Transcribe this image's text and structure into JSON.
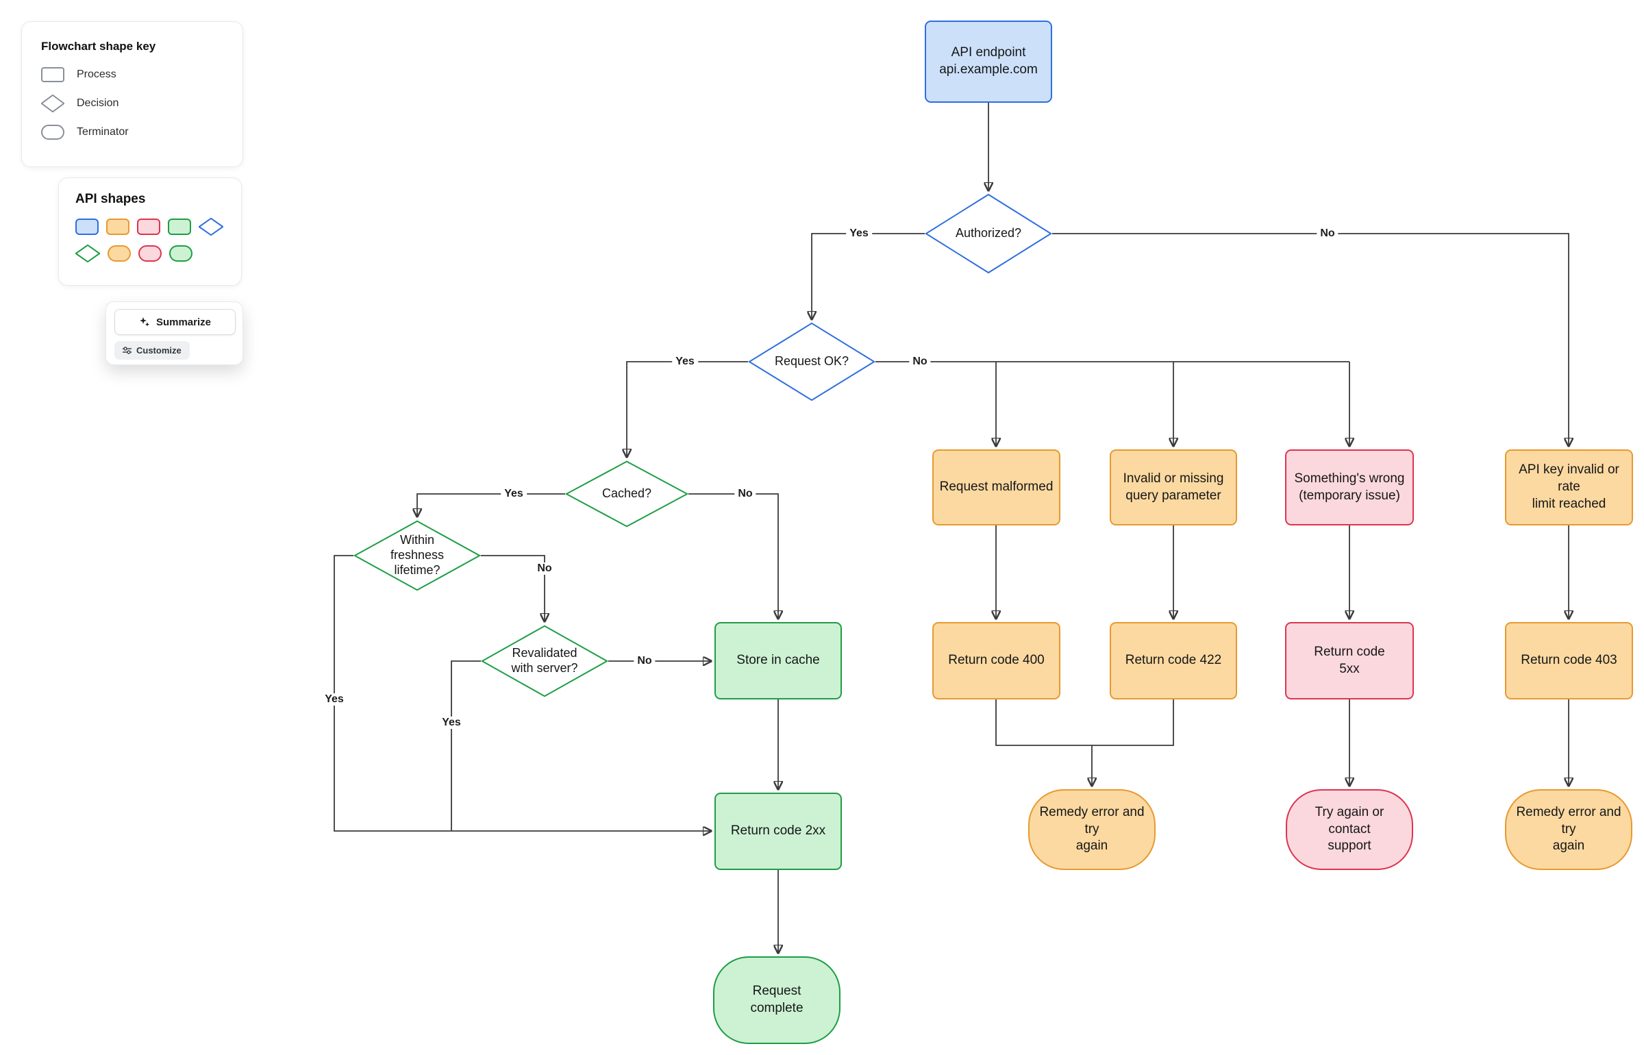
{
  "panels": {
    "shape_key": {
      "title": "Flowchart shape key",
      "items": [
        {
          "label": "Process"
        },
        {
          "label": "Decision"
        },
        {
          "label": "Terminator"
        }
      ]
    },
    "api_shapes": {
      "title": "API shapes"
    },
    "actions": {
      "summarize": "Summarize",
      "customize": "Customize"
    }
  },
  "nodes": {
    "api_endpoint": {
      "label": "API endpoint\napi.example.com"
    },
    "authorized": {
      "label": "Authorized?"
    },
    "request_ok": {
      "label": "Request OK?"
    },
    "cached": {
      "label": "Cached?"
    },
    "within_freshness": {
      "label": "Within\nfreshness\nlifetime?"
    },
    "revalidated": {
      "label": "Revalidated\nwith server?"
    },
    "store_in_cache": {
      "label": "Store in cache"
    },
    "return_2xx": {
      "label": "Return code 2xx"
    },
    "request_complete": {
      "label": "Request\ncomplete"
    },
    "request_malformed": {
      "label": "Request malformed"
    },
    "invalid_query": {
      "label": "Invalid or missing\nquery parameter"
    },
    "somethings_wrong": {
      "label": "Something's wrong\n(temporary issue)"
    },
    "api_key_invalid": {
      "label": "API key invalid or rate\nlimit reached"
    },
    "return_400": {
      "label": "Return code 400"
    },
    "return_422": {
      "label": "Return code 422"
    },
    "return_5xx": {
      "label": "Return code\n5xx"
    },
    "return_403": {
      "label": "Return code 403"
    },
    "remedy_left": {
      "label": "Remedy error and try\nagain"
    },
    "try_again_support": {
      "label": "Try again or contact\nsupport"
    },
    "remedy_right": {
      "label": "Remedy error and try\nagain"
    }
  },
  "edge_labels": {
    "authorized_yes": "Yes",
    "authorized_no": "No",
    "request_ok_yes": "Yes",
    "request_ok_no": "No",
    "cached_yes": "Yes",
    "cached_no": "No",
    "freshness_no": "No",
    "freshness_yes": "Yes",
    "revalidated_no": "No",
    "revalidated_yes": "Yes"
  },
  "colors": {
    "blue_fill": "#cce0fa",
    "blue_border": "#2e6ee0",
    "green_fill": "#ccf2d3",
    "green_border": "#1f9d44",
    "orange_fill": "#fbd9a1",
    "orange_border": "#e8992f",
    "red_fill": "#fbd8dd",
    "red_border": "#dd3350",
    "edge_stroke": "#3a3a3a"
  }
}
